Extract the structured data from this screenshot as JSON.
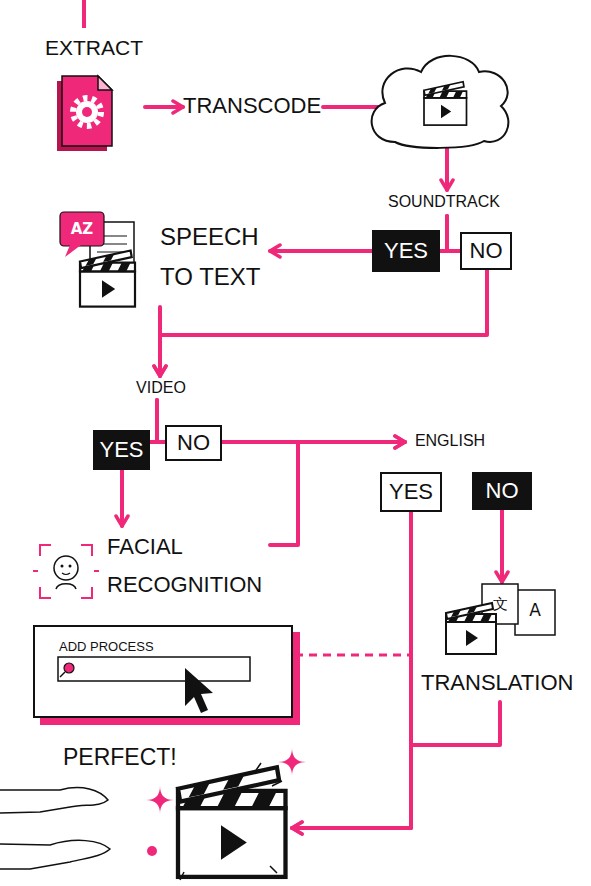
{
  "diagram": {
    "nodes": [
      {
        "text": [
          "EXTRACT"
        ]
      },
      {
        "text": [
          "TRANSCODE"
        ]
      },
      {
        "text": [
          "SOUNDTRACK"
        ]
      },
      {
        "text": [
          "YES"
        ]
      },
      {
        "text": [
          "NO"
        ]
      },
      {
        "text": [
          "SPEECH TO TEXT"
        ]
      },
      {
        "text": [
          "VIDEO"
        ]
      },
      {
        "text": [
          "YES"
        ]
      },
      {
        "text": [
          "NO"
        ]
      },
      {
        "text": [
          "FACIAL RECOGNITION"
        ]
      },
      {
        "text": [
          "ENGLISH"
        ]
      },
      {
        "text": [
          "YES"
        ]
      },
      {
        "text": [
          "NO"
        ]
      },
      {
        "text": [
          "TRANSLATION"
        ]
      },
      {
        "text": [
          "ADD PROCESS"
        ]
      },
      {
        "text": [
          "PERFECT!"
        ]
      }
    ],
    "edges": [
      {
        "from": 0,
        "to": 1,
        "arrow": "to"
      },
      {
        "from": 1,
        "to": 2,
        "arrow": "to"
      },
      {
        "from": 2,
        "to": 3,
        "arrow": "none"
      },
      {
        "from": 2,
        "to": 4,
        "arrow": "none"
      },
      {
        "from": 3,
        "to": 5,
        "arrow": "to"
      },
      {
        "from": 4,
        "to": 6,
        "arrow": "to"
      },
      {
        "from": 5,
        "to": 6,
        "arrow": "to"
      },
      {
        "from": 6,
        "to": 7,
        "arrow": "none"
      },
      {
        "from": 6,
        "to": 8,
        "arrow": "none"
      },
      {
        "from": 7,
        "to": 9,
        "arrow": "to"
      },
      {
        "from": 8,
        "to": 10,
        "arrow": "to"
      },
      {
        "from": 9,
        "to": 10,
        "arrow": "to"
      },
      {
        "from": 12,
        "to": 13,
        "arrow": "to"
      },
      {
        "from": 11,
        "to": 15,
        "arrow": "to"
      },
      {
        "from": 13,
        "to": 15,
        "arrow": "to"
      }
    ],
    "labels": [
      "AZ",
      "文",
      "A"
    ]
  }
}
